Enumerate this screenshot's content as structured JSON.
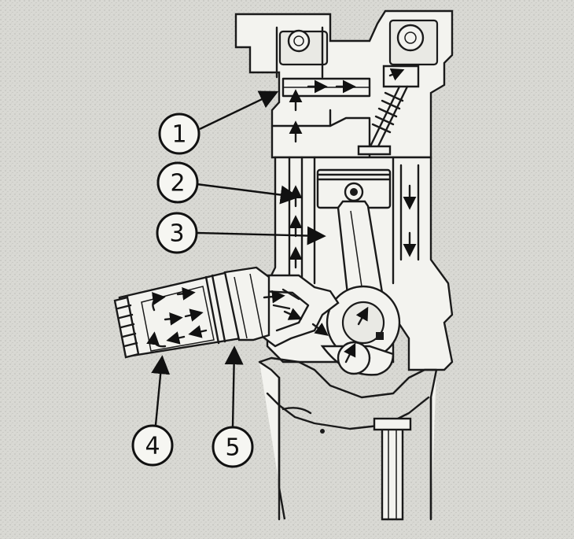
{
  "callouts": [
    {
      "id": "1",
      "label": "1"
    },
    {
      "id": "2",
      "label": "2"
    },
    {
      "id": "3",
      "label": "3"
    },
    {
      "id": "4",
      "label": "4"
    },
    {
      "id": "5",
      "label": "5"
    }
  ],
  "colors": {
    "ink": "#1a1a1a",
    "paper": "#d9d9d4",
    "part_fill": "#f3f3ef"
  }
}
